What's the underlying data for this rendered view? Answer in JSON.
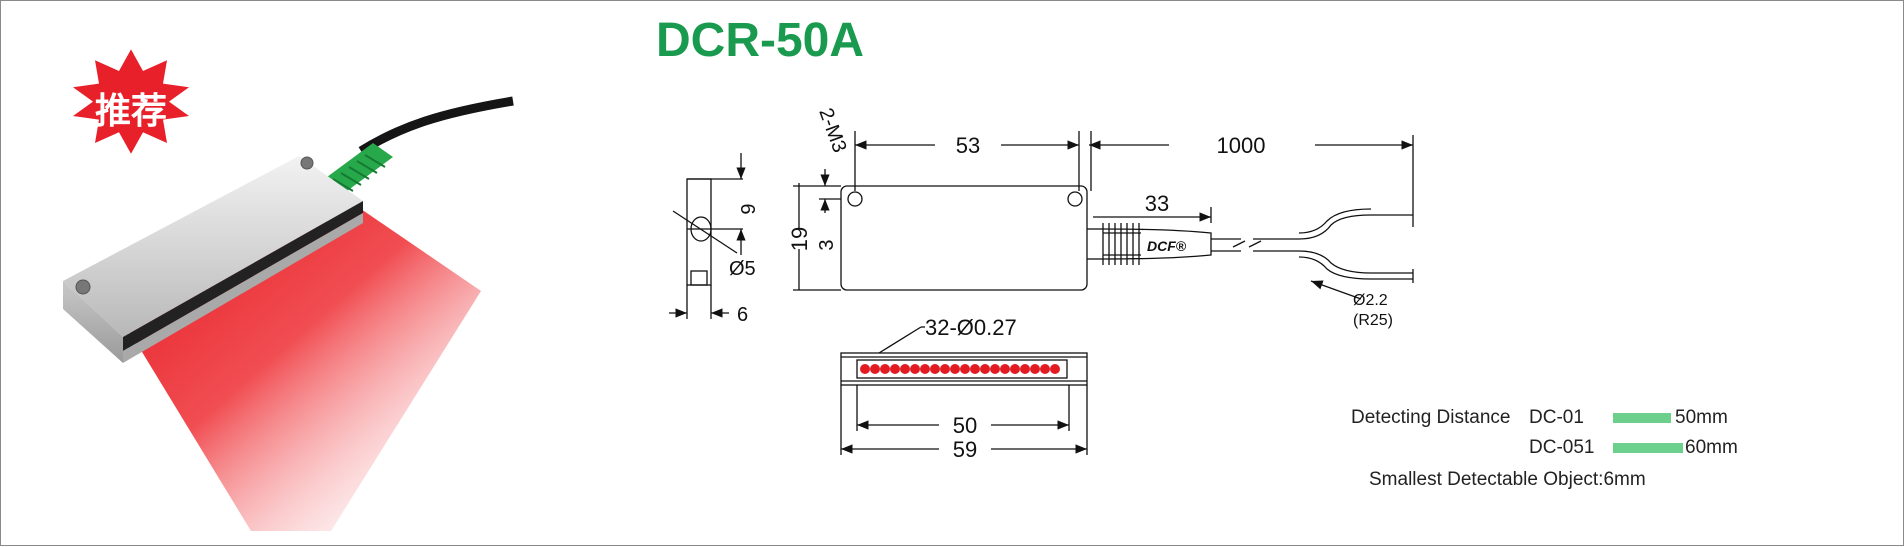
{
  "title": "DCR-50A",
  "badge": "推荐",
  "logo": "DCF®",
  "dims": {
    "hole_label": "2-M3",
    "len_53": "53",
    "len_1000": "1000",
    "len_33": "33",
    "h_9": "9",
    "h_19": "19",
    "h_3": "3",
    "dia_5": "Ø5",
    "w_6": "6",
    "cable_dia": "Ø2.2",
    "cable_radius": "(R25)",
    "holes_label": "32-Ø0.27",
    "len_50": "50",
    "len_59": "59"
  },
  "specs": {
    "detecting_label": "Detecting  Distance",
    "dc01_name": "DC-01",
    "dc01_value": "50mm",
    "dc051_name": "DC-051",
    "dc051_value": "60mm",
    "smallest": "Smallest Detectable Object:6mm"
  },
  "colors": {
    "title_green": "#1a9a4f",
    "badge_red": "#e8202a",
    "bar_green": "#6ccf8b",
    "dot_red": "#e21b23"
  }
}
